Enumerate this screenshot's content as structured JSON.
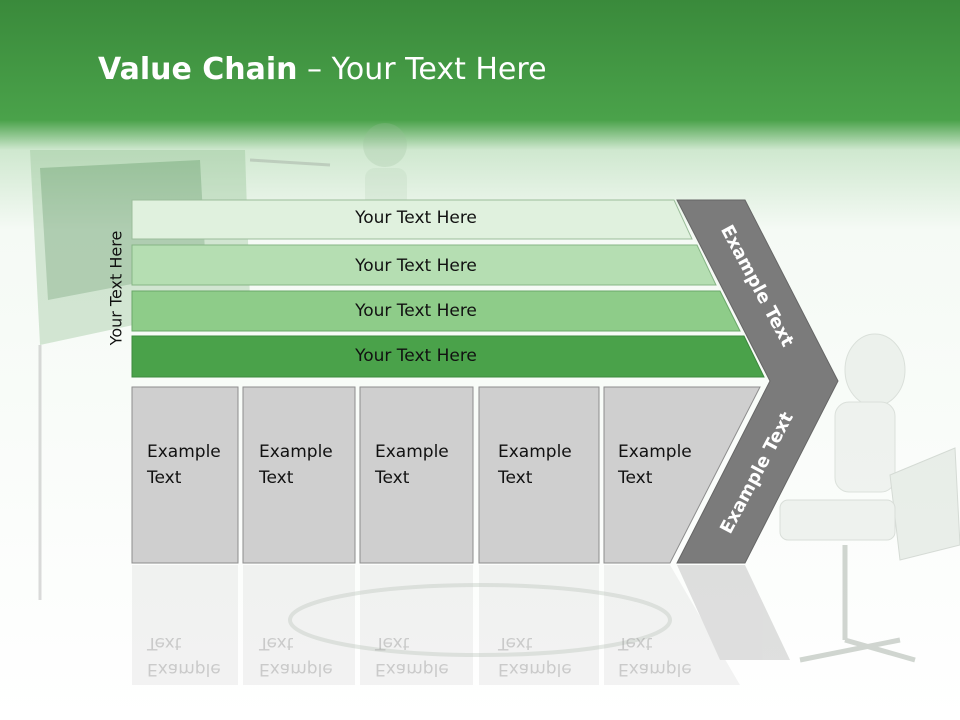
{
  "title": {
    "bold": "Value Chain",
    "rest": " – Your Text Here"
  },
  "side_label": "Your Text Here",
  "bars": [
    {
      "label": "Your Text Here",
      "color": "#e0f1de"
    },
    {
      "label": "Your Text Here",
      "color": "#b5deb2"
    },
    {
      "label": "Your Text Here",
      "color": "#8ecc89"
    },
    {
      "label": "Your Text Here",
      "color": "#4aa24a"
    }
  ],
  "boxes": [
    {
      "line1": "Example",
      "line2": "Text"
    },
    {
      "line1": "Example",
      "line2": "Text"
    },
    {
      "line1": "Example",
      "line2": "Text"
    },
    {
      "line1": "Example",
      "line2": "Text"
    },
    {
      "line1": "Example",
      "line2": "Text"
    }
  ],
  "chevron": {
    "upper_text": "Example Text",
    "lower_text": "Example Text",
    "color": "#7b7b7b"
  },
  "colors": {
    "header": "#4aa24a",
    "box_fill": "#cfcfcf"
  }
}
